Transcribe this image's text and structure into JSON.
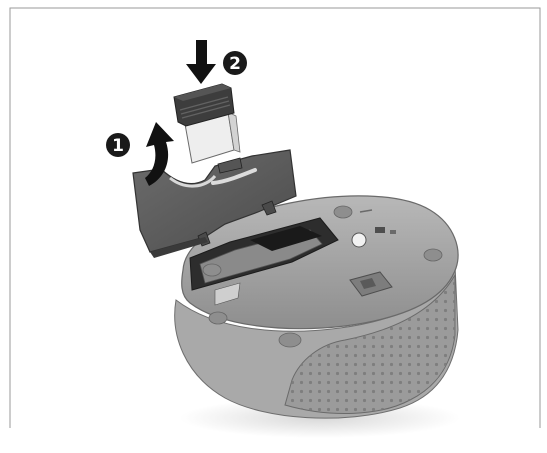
{
  "illustration": {
    "subject": "wireless-mouse-underside",
    "parts": [
      "usb-receiver",
      "battery-cover",
      "mouse-body",
      "battery-compartment"
    ]
  },
  "callouts": [
    {
      "label": "1"
    },
    {
      "label": "2"
    }
  ],
  "colors": {
    "frame_border": "#9a9a9a",
    "callout_fill": "#1a1a1a",
    "callout_text": "#ffffff",
    "cover_gray": "#5f5f5f",
    "mouse_gray": "#9d9d9d",
    "receiver_dark": "#3a3a3a",
    "receiver_light": "#eeeeee"
  }
}
